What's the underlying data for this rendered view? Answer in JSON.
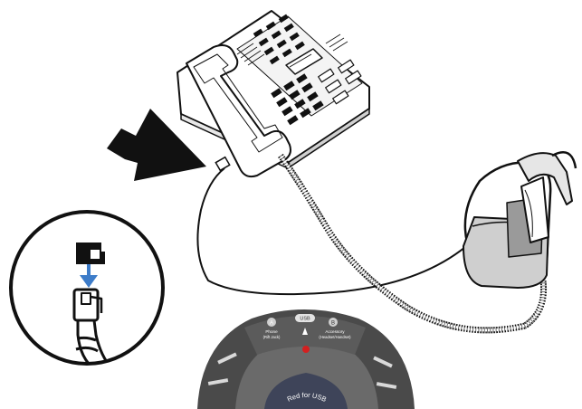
{
  "base": {
    "button_a": {
      "letter": "A",
      "line1": "Phone",
      "line2": "(Rift Jack)"
    },
    "button_usb": {
      "letter": "USB"
    },
    "button_b": {
      "letter": "B",
      "line1": "Accessory",
      "line2": "(Headset/Handset)"
    },
    "bottom_label": "Red for USB"
  },
  "colors": {
    "outline": "#111111",
    "arrow_blue": "#3d7cc9",
    "base_dark": "#4a4a4a",
    "base_mid": "#6a6a6a",
    "indicator_red": "#d32020",
    "bottom_panel": "#3e4459"
  }
}
